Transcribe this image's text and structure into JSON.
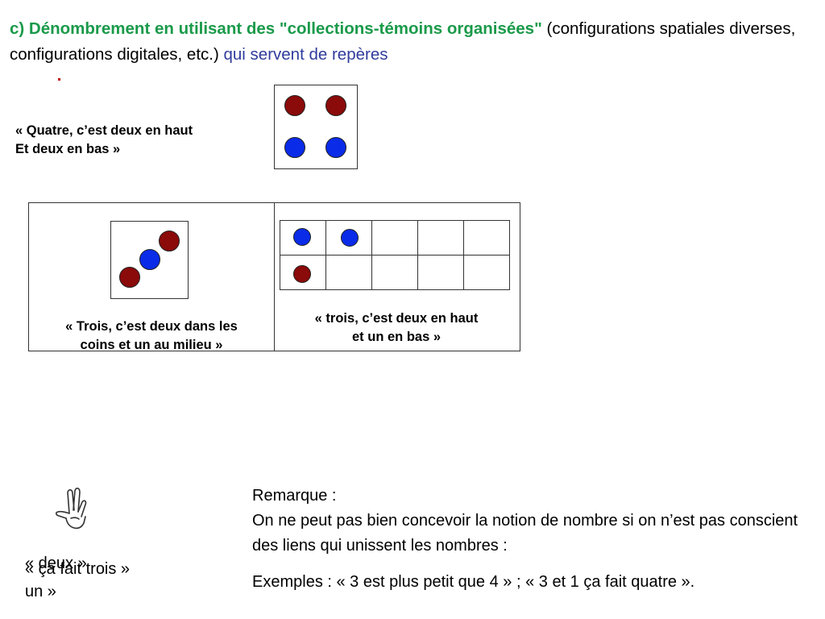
{
  "heading": {
    "part1": "c) Dénombrement  en utilisant des \"collections-témoins organisées\"",
    "part2": " (configurations spatiales diverses, configurations digitales, etc.) ",
    "part3": "qui servent de repères"
  },
  "colors": {
    "red_dot": "#8b0a0a",
    "blue_dot": "#0a2be8",
    "heading_green": "#1a9a4a",
    "heading_blue": "#2f3c9c"
  },
  "quatre": {
    "caption_line1": "« Quatre, c’est deux en haut",
    "caption_line2": "Et deux en bas »"
  },
  "trois_coins": {
    "caption_line1": "« Trois, c’est deux dans les",
    "caption_line2": "coins et un au milieu »"
  },
  "trois_grille": {
    "caption_line1": "« trois, c’est deux en haut",
    "caption_line2": "et un en bas »"
  },
  "hand_icon": "three-fingers-hand-icon",
  "overlap_texts": {
    "a": "« deux » ",
    "b": "« ça fait trois »",
    "c": "un »"
  },
  "note": {
    "title": "Remarque :",
    "body": "On ne peut pas bien concevoir la notion de nombre si on n’est pas conscient des liens qui unissent les nombres :",
    "examples": "Exemples : « 3 est plus petit que 4 » ; « 3 et 1 ça fait quatre »."
  }
}
